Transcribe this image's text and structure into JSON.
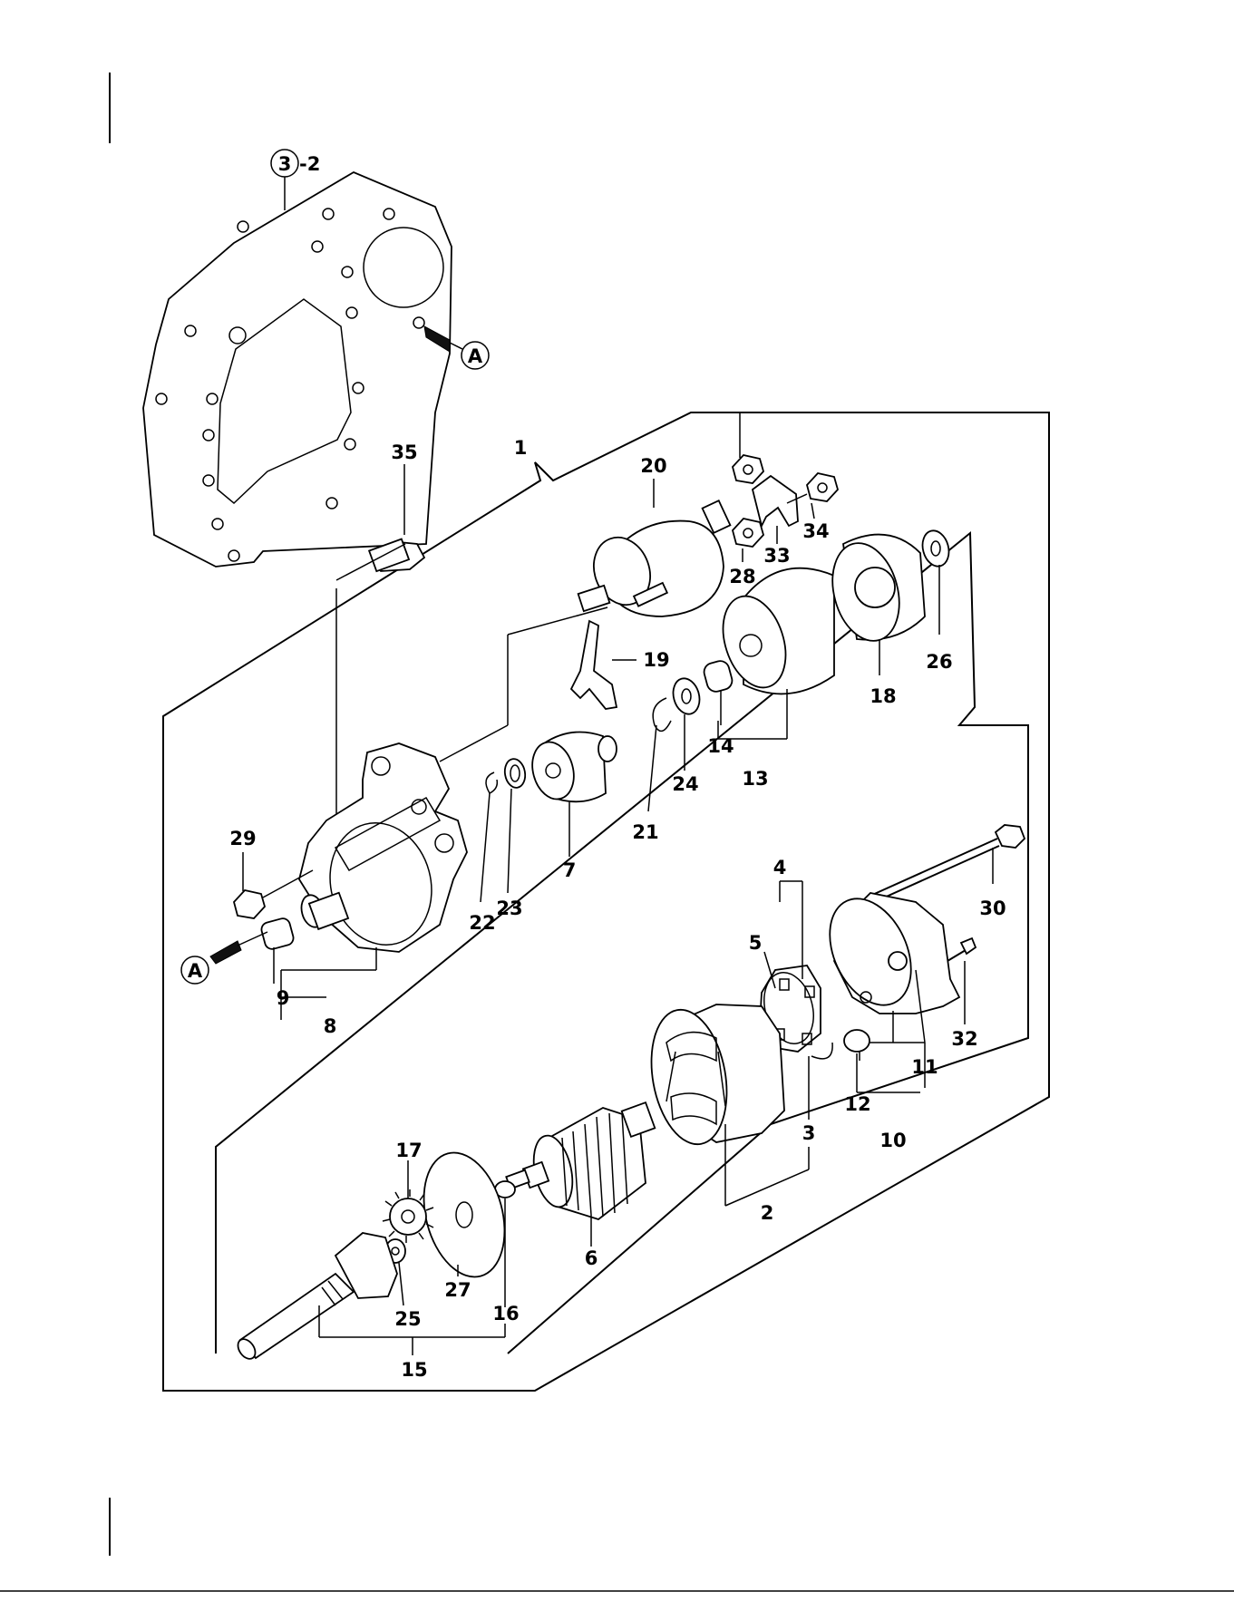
{
  "diagram": {
    "callouts": [
      "1",
      "2",
      "3",
      "4",
      "5",
      "6",
      "7",
      "8",
      "9",
      "10",
      "11",
      "12",
      "13",
      "14",
      "15",
      "16",
      "17",
      "18",
      "19",
      "20",
      "21",
      "22",
      "23",
      "24",
      "25",
      "26",
      "27",
      "28",
      "29",
      "30",
      "32",
      "33",
      "34",
      "35"
    ],
    "ref_circle": {
      "number": "3",
      "suffix": "-2"
    },
    "connector_marks": [
      "A",
      "A"
    ]
  }
}
